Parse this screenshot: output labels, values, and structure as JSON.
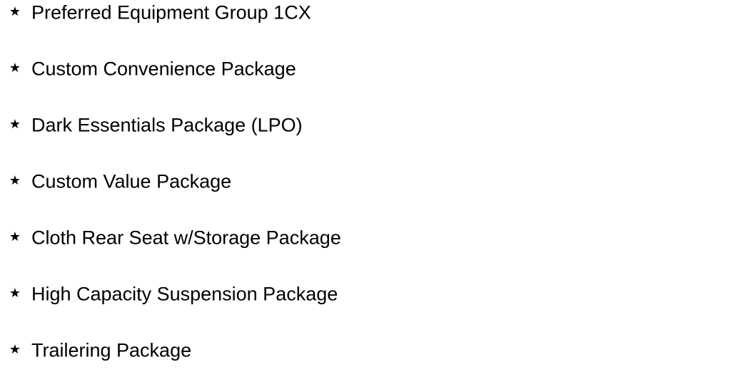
{
  "features": {
    "icon": "star-icon",
    "icon_glyph": "★",
    "items": [
      {
        "label": "Preferred Equipment Group 1CX"
      },
      {
        "label": "Custom Convenience Package"
      },
      {
        "label": "Dark Essentials Package (LPO)"
      },
      {
        "label": "Custom Value Package"
      },
      {
        "label": "Cloth Rear Seat w/Storage Package"
      },
      {
        "label": "High Capacity Suspension Package"
      },
      {
        "label": "Trailering Package"
      }
    ]
  }
}
